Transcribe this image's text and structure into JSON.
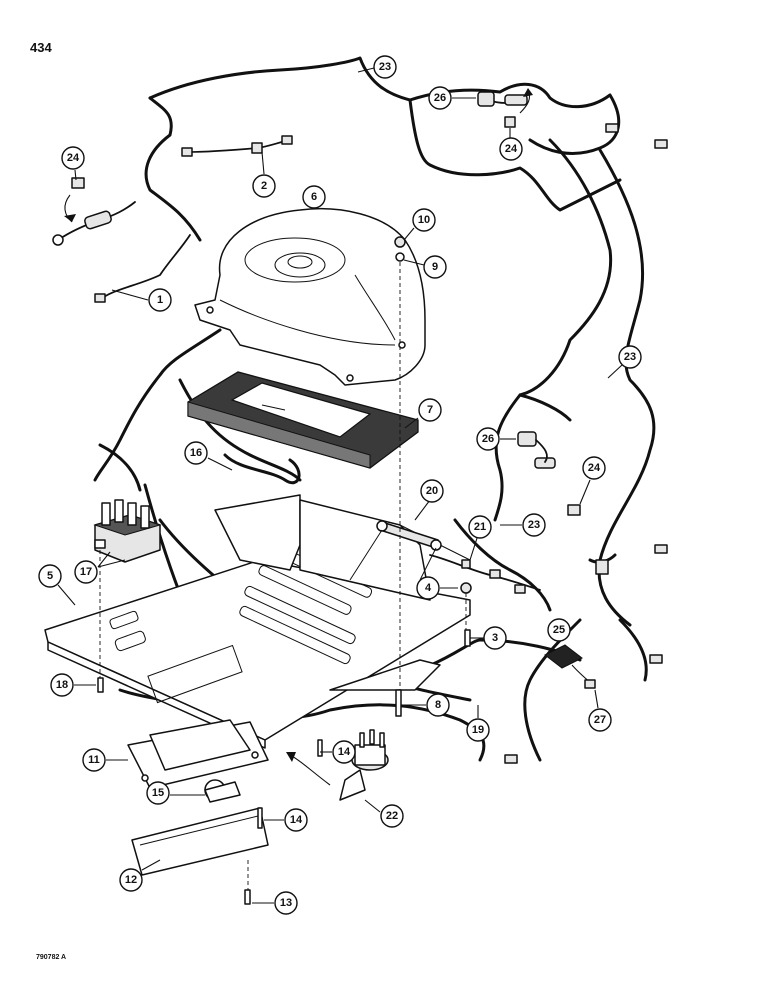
{
  "page": {
    "number": "434",
    "figure_code": "790782 A"
  },
  "callouts": {
    "c1": "1",
    "c2": "2",
    "c3": "3",
    "c4": "4",
    "c5": "5",
    "c6": "6",
    "c7": "7",
    "c8": "8",
    "c9": "9",
    "c10": "10",
    "c11": "11",
    "c12": "12",
    "c13": "13",
    "c14a": "14",
    "c14b": "14",
    "c15": "15",
    "c16": "16",
    "c17": "17",
    "c18": "18",
    "c19": "19",
    "c20": "20",
    "c21": "21",
    "c22": "22",
    "c23a": "23",
    "c23b": "23",
    "c23c": "23",
    "c24a": "24",
    "c24b": "24",
    "c24c": "24",
    "c25": "25",
    "c26a": "26",
    "c26b": "26",
    "c27": "27"
  }
}
